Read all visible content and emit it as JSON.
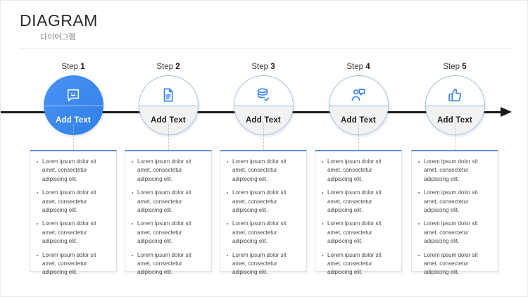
{
  "header": {
    "title": "DIAGRAM",
    "subtitle": "다이어그램"
  },
  "axis": {
    "arrow_icon": "arrow-right-icon"
  },
  "steps": [
    {
      "label_prefix": "Step",
      "label_number": "1",
      "icon": "chat-smiley-icon",
      "circle_text": "Add Text",
      "active": true,
      "bullets": [
        "Lorem ipsum dolor sit amet, consectetur adipiscing elit.",
        "Lorem ipsum dolor sit amet, consectetur adipiscing elit.",
        "Lorem ipsum dolor sit amet, consectetur adipiscing elit.",
        "Lorem ipsum dolor sit amet, consectetur adipiscing elit."
      ]
    },
    {
      "label_prefix": "Step",
      "label_number": "2",
      "icon": "document-icon",
      "circle_text": "Add Text",
      "active": false,
      "bullets": [
        "Lorem ipsum dolor sit amet, consectetur adipiscing elit.",
        "Lorem ipsum dolor sit amet, consectetur adipiscing elit.",
        "Lorem ipsum dolor sit amet, consectetur adipiscing elit.",
        "Lorem ipsum dolor sit amet, consectetur adipiscing elit."
      ]
    },
    {
      "label_prefix": "Step",
      "label_number": "3",
      "icon": "database-check-icon",
      "circle_text": "Add Text",
      "active": false,
      "bullets": [
        "Lorem ipsum dolor sit amet, consectetur adipiscing elit.",
        "Lorem ipsum dolor sit amet, consectetur adipiscing elit.",
        "Lorem ipsum dolor sit amet, consectetur adipiscing elit.",
        "Lorem ipsum dolor sit amet, consectetur adipiscing elit."
      ]
    },
    {
      "label_prefix": "Step",
      "label_number": "4",
      "icon": "person-chat-icon",
      "circle_text": "Add Text",
      "active": false,
      "bullets": [
        "Lorem ipsum dolor sit amet, consectetur adipiscing elit.",
        "Lorem ipsum dolor sit amet, consectetur adipiscing elit.",
        "Lorem ipsum dolor sit amet, consectetur adipiscing elit.",
        "Lorem ipsum dolor sit amet, consectetur adipiscing elit."
      ]
    },
    {
      "label_prefix": "Step",
      "label_number": "5",
      "icon": "thumbs-up-icon",
      "circle_text": "Add Text",
      "active": false,
      "bullets": [
        "Lorem ipsum dolor sit amet, consectetur adipiscing elit.",
        "Lorem ipsum dolor sit amet, consectetur adipiscing elit.",
        "Lorem ipsum dolor sit amet, consectetur adipiscing elit.",
        "Lorem ipsum dolor sit amet, consectetur adipiscing elit."
      ]
    }
  ],
  "colors": {
    "accent": "#3d8bf2",
    "icon_blue": "#2f7fe8",
    "circle_outline": "#9dbbe8",
    "axis": "#1a1a1a",
    "box_top_border": "#5a93e0",
    "text_dark": "#1f1f1f",
    "text_body": "#4a4a4a"
  }
}
